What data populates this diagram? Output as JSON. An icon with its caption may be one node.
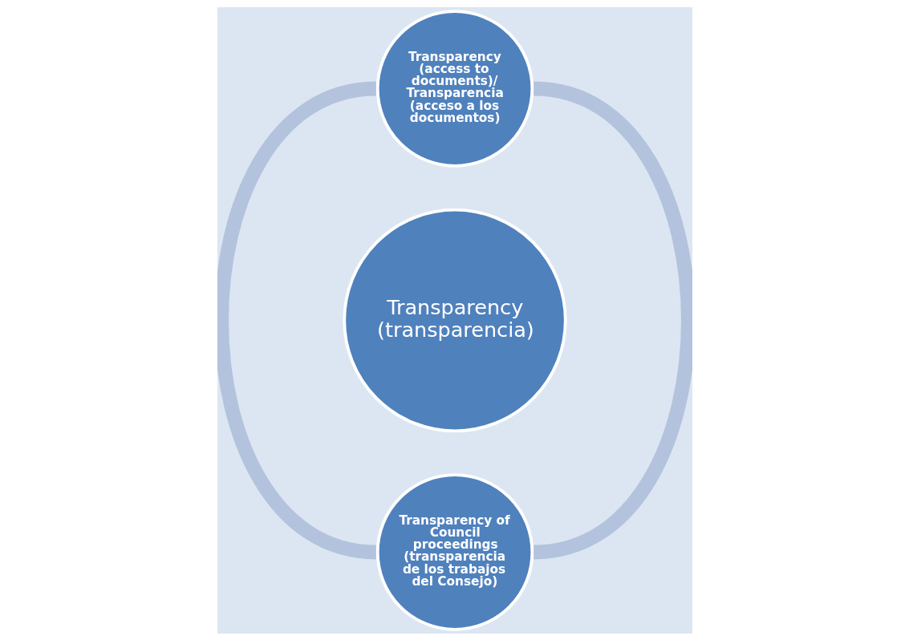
{
  "diagram": {
    "nodes": [
      {
        "text": [
          "Transparency (transparencia)"
        ]
      },
      {
        "text": [
          "Transparency (access to documents)/ Transparencia (acceso a los documentos)"
        ]
      },
      {
        "text": [
          "Transparency of Council proceedings (transparencia de los trabajos del Consejo)"
        ]
      }
    ],
    "edges": [
      {
        "from": 1,
        "to": 2,
        "arrow": "none"
      },
      {
        "from": 1,
        "to": 2,
        "arrow": "none"
      }
    ]
  }
}
